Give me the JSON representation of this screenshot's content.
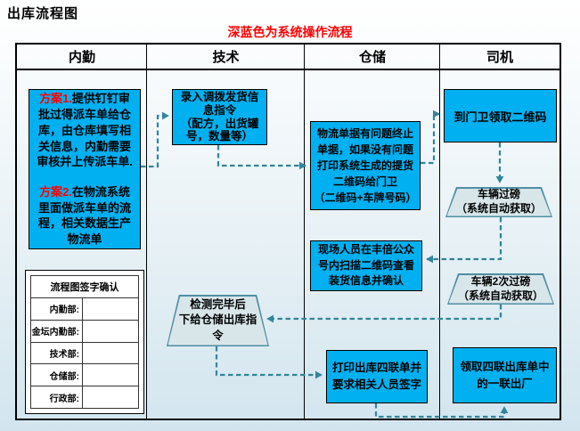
{
  "title": "出库流程图",
  "legend": "深蓝色为系统操作流程",
  "lanes": [
    {
      "label": "内勤"
    },
    {
      "label": "技术"
    },
    {
      "label": "仓储"
    },
    {
      "label": "司机"
    }
  ],
  "nodes": {
    "plan": {
      "p1_label": "方案1.",
      "p1_text": "提供钉钉审批过得派车单给仓库，由仓库填写相关信息，内勤需要审核并上传派车单.",
      "p2_label": "方案2.",
      "p2_text": "在物流系统里面做派车单的流程，相关数据生产物流单"
    },
    "entry_order": "录入调拨发货信\n息指令\n（配方，出货罐\n号，数量等）",
    "logistics_check": "物流单据有问题终止\n单据，如果没有问题\n打印系统生成的提货\n二维码给门卫\n（二维码+车牌号码）",
    "gate_qrcode": "到门卫领取二维码",
    "first_weigh": "车辆过磅\n（系统自动获取）",
    "scan_confirm": "现场人员在丰倍公众\n号内扫描二维码查看\n装货信息并确认",
    "second_weigh": "车辆2次过磅\n（系统自动获取）",
    "outbound_cmd": "检测完毕后\n下给仓储出库指\n令",
    "print_forms": "打印出库四联单并\n要求相关人员签字",
    "take_copy": "领取四联出库单中\n的一联出厂"
  },
  "signoff": {
    "title": "流程图签字确认",
    "rows": [
      "内勤部:",
      "金坛内勤部:",
      "技术部:",
      "仓储部:",
      "行政部:"
    ]
  },
  "colors": {
    "node_blue": "#00B0F0",
    "accent_red": "#FF0000",
    "arrow_teal": "#31859C",
    "trapezoid_fill": "#D8E6EA",
    "trapezoid_border": "#4F8EA3",
    "line_black": "#000000"
  }
}
